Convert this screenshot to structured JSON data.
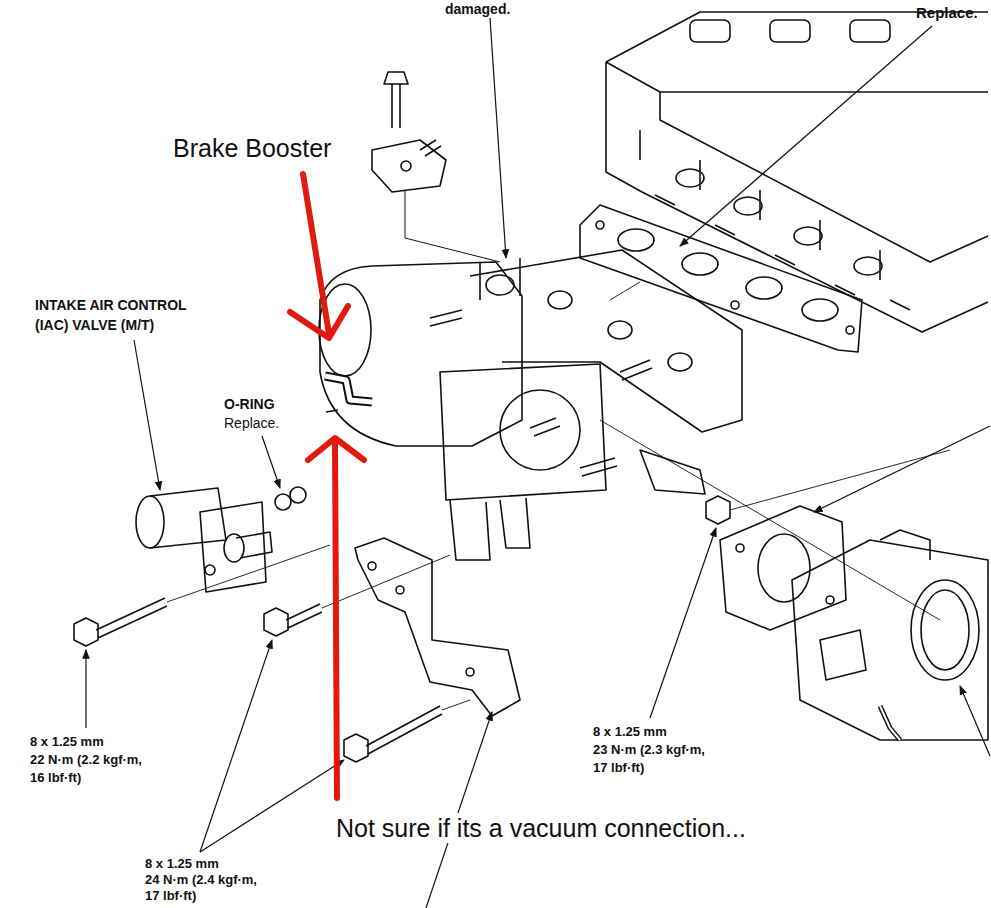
{
  "diagram": {
    "labels": [
      "damaged.",
      "Replace.",
      "Brake Booster",
      "INTAKE AIR CONTROL (IAC) VALVE (M/T)",
      "O-RING",
      "Replace.",
      "8 x 1.25 mm 22 N·m (2.2 kgf·m, 16 lbf·ft)",
      "8 x 1.25 mm 23 N·m (2.3 kgf·m, 17 lbf·ft)",
      "Not sure if its a vacuum connection...",
      "8 x 1.25 mm 24 N·m (2.4 kgf·m, 17 lbf·ft)"
    ]
  }
}
